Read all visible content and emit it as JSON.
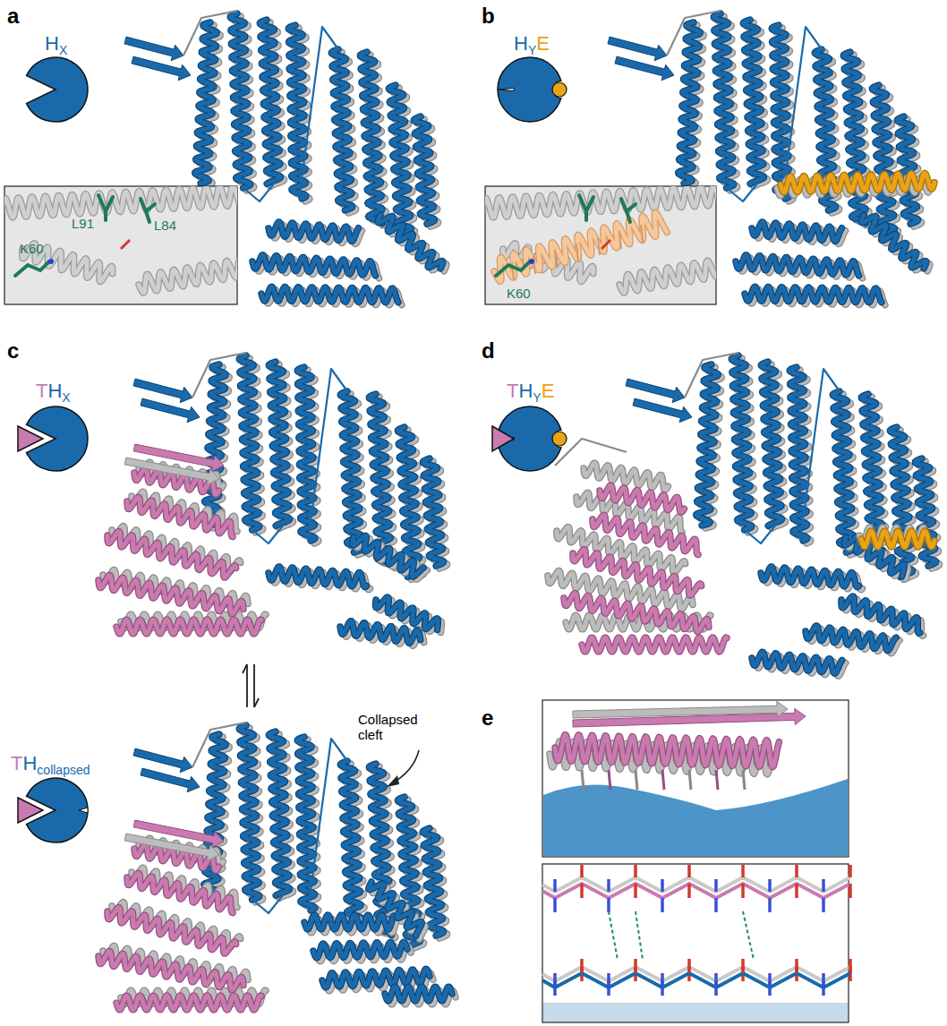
{
  "diagram": {
    "labels": [
      "a",
      "H",
      "X",
      "L91",
      "L84",
      "K60",
      "b",
      "H",
      "Y",
      "E",
      "K60",
      "c",
      "T",
      "H",
      "X",
      "T",
      "H",
      "collapsed",
      "Collapsed cleft",
      "d",
      "T",
      "H",
      "Y",
      "E",
      "e"
    ]
  }
}
